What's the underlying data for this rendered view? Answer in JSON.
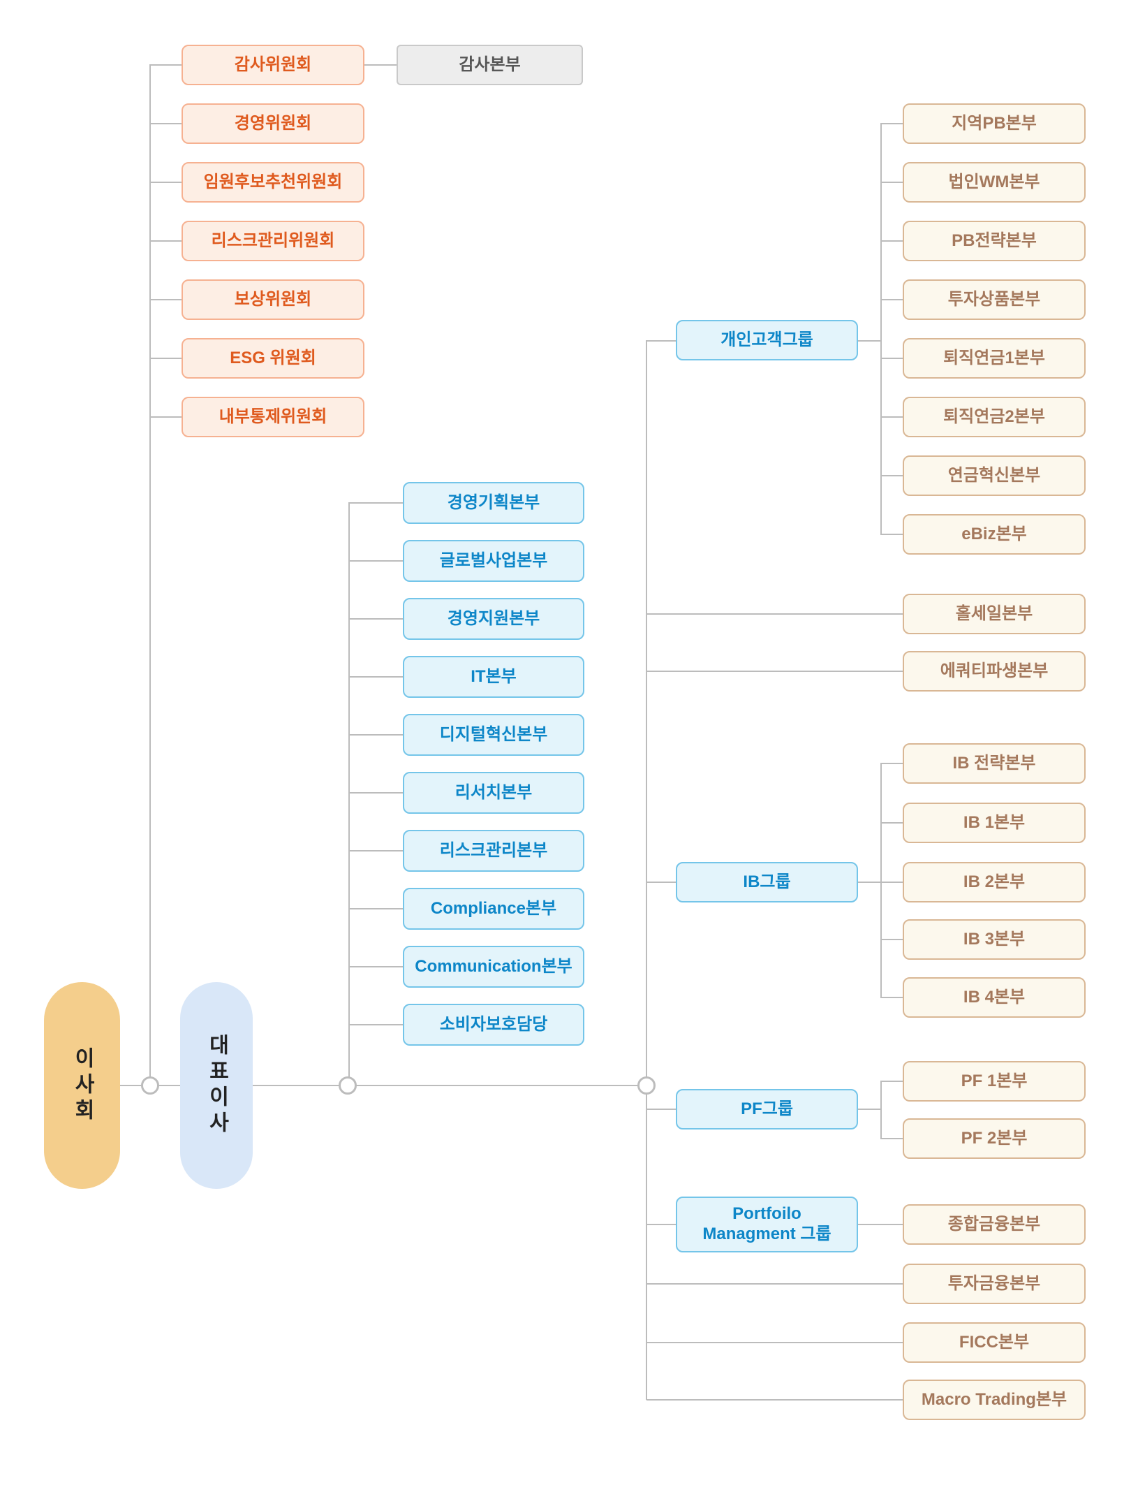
{
  "board": {
    "label": "이사회"
  },
  "ceo": {
    "label": "대표이사"
  },
  "committees": [
    "감사위원회",
    "경영위원회",
    "임원후보추천위원회",
    "리스크관리위원회",
    "보상위원회",
    "ESG 위원회",
    "내부통제위원회"
  ],
  "audit_hq": {
    "label": "감사본부"
  },
  "divisions": [
    "경영기획본부",
    "글로벌사업본부",
    "경영지원본부",
    "IT본부",
    "디지털혁신본부",
    "리서치본부",
    "리스크관리본부",
    "Compliance본부",
    "Communication본부",
    "소비자보호담당"
  ],
  "personal_group": {
    "label": "개인고객그룹",
    "children": [
      "지역PB본부",
      "법인WM본부",
      "PB전략본부",
      "투자상품본부",
      "퇴직연금1본부",
      "퇴직연금2본부",
      "연금혁신본부",
      "eBiz본부"
    ]
  },
  "wholesale": {
    "label": "홀세일본부"
  },
  "equity_derivatives": {
    "label": "에쿼티파생본부"
  },
  "ib_group": {
    "label": "IB그룹",
    "children": [
      "IB 전략본부",
      "IB 1본부",
      "IB 2본부",
      "IB 3본부",
      "IB 4본부"
    ]
  },
  "pf_group": {
    "label": "PF그룹",
    "children": [
      "PF 1본부",
      "PF 2본부"
    ]
  },
  "pm_group": {
    "label": "Portfoilo\nManagment 그룹",
    "children": [
      "종합금융본부"
    ]
  },
  "direct_depts": [
    "투자금융본부",
    "FICC본부",
    "Macro Trading본부"
  ],
  "colors": {
    "committee_fill": "#fdeee4",
    "committee_border": "#f6b191",
    "committee_text": "#df5a1e",
    "audit_fill": "#ededed",
    "audit_border": "#c9c9c9",
    "audit_text": "#565656",
    "blue_fill": "#e3f4fb",
    "blue_border": "#74c5e9",
    "blue_text": "#0d86c8",
    "cream_fill": "#fcf8ed",
    "cream_border": "#d9b795",
    "cream_text": "#a4785c",
    "board_pill": "#f4ce8c",
    "ceo_pill": "#d9e7f8",
    "line": "#bcbcbc"
  }
}
